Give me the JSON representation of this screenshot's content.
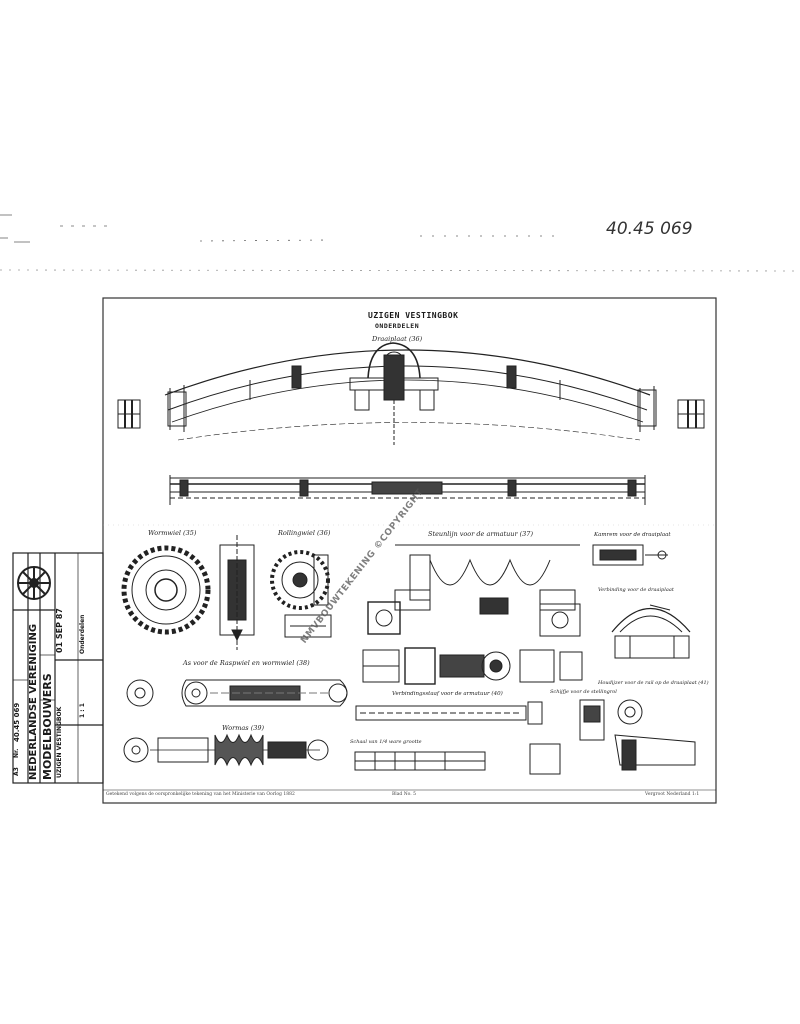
{
  "document": {
    "reference_number": "40.45 069",
    "sheet": {
      "title": "UZIGEN VESTINGBOK",
      "subtitle": "ONDERDELEN",
      "title_sub_caption": "Draaiplaat (36)",
      "watermark": "NMVBOUWTEKENING ©COPYRIGHT",
      "captions": {
        "wheel": "Wormwiel (35)",
        "gear": "Rollingwiel (36)",
        "bearing": "Steunlijn voor de armatuur (37)",
        "cam": "Kamrem voor de draaiplaat",
        "axle": "As voor de Raspwiel en wormwiel (38)",
        "worm": "Wormas (39)",
        "rod": "Verbindingsstaaf voor de armatuur (40)",
        "bracket": "Schijfje voor de stellingrol",
        "arc": "Verbinding voor de draaiplaat",
        "clamp": "Houdijzer voor de rail op de draaiplaat (41)",
        "scale_bar": "Schaal van 1/4 ware grootte",
        "footer_left": "Getekend volgens de oorspronkelijke tekening van het Ministerie van Oorlog 1882",
        "footer_mid": "Blad No. 5",
        "footer_right": "Vergroot Nederland 1:1"
      }
    },
    "stamp": {
      "association_line1": "NEDERLANDSE VERENIGING",
      "association_line2": "MODELBOUWERS",
      "field_size_label": "A3",
      "field_number_label": "Nr.",
      "number_value": "40.45 069",
      "date": "01 SEP 87",
      "subject": "UZIGEN VESTINGBOK",
      "section": "Onderdelen",
      "scale": "1 : 1"
    }
  },
  "icons": {
    "logo": "association-wheel-emblem-icon"
  },
  "colors": {
    "ink": "#1a1a1a",
    "paper": "#ffffff"
  }
}
